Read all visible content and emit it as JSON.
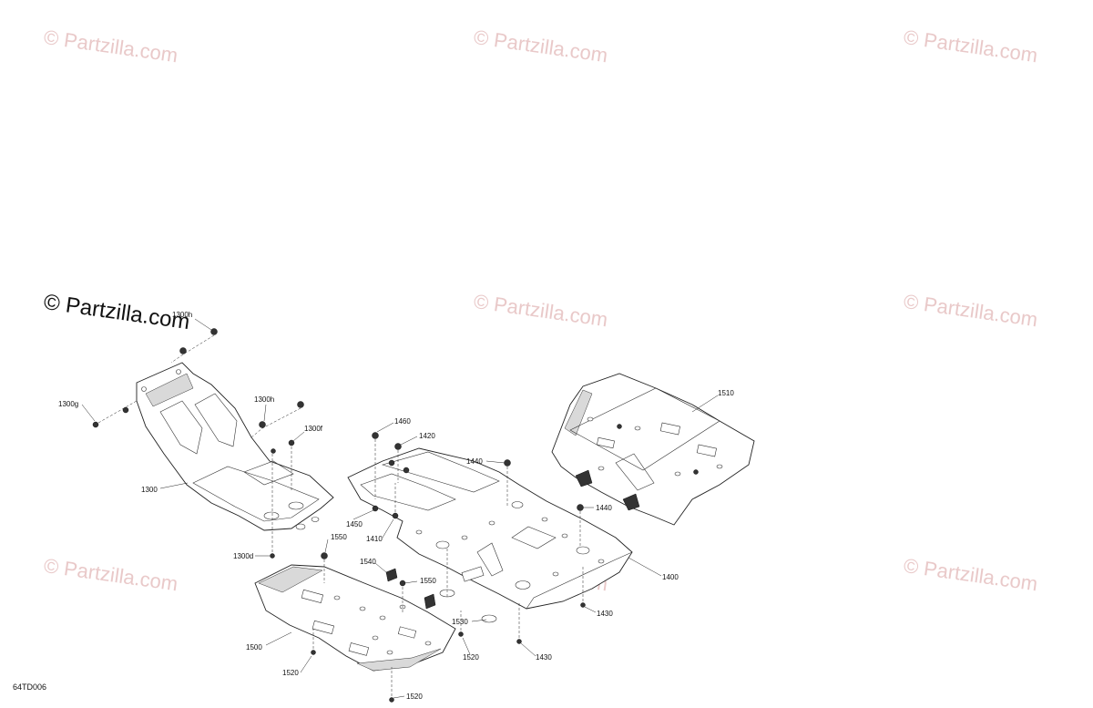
{
  "watermark": "© Partzilla.com",
  "diagram_code": "64TD006",
  "callouts": {
    "c1300h_top": "1300h",
    "c1300g": "1300g",
    "c1300h_mid": "1300h",
    "c1300f": "1300f",
    "c1300": "1300",
    "c1300d": "1300d",
    "c1460": "1460",
    "c1420": "1420",
    "c1440_top": "1440",
    "c1510": "1510",
    "c1440_mid": "1440",
    "c1450": "1450",
    "c1410": "1410",
    "c1550_top": "1550",
    "c1540": "1540",
    "c1550_mid": "1550",
    "c1400": "1400",
    "c1430_right": "1430",
    "c1530": "1530",
    "c1500": "1500",
    "c1520_mid": "1520",
    "c1430_bottom": "1430",
    "c1520_left": "1520",
    "c1520_bottom": "1520"
  }
}
